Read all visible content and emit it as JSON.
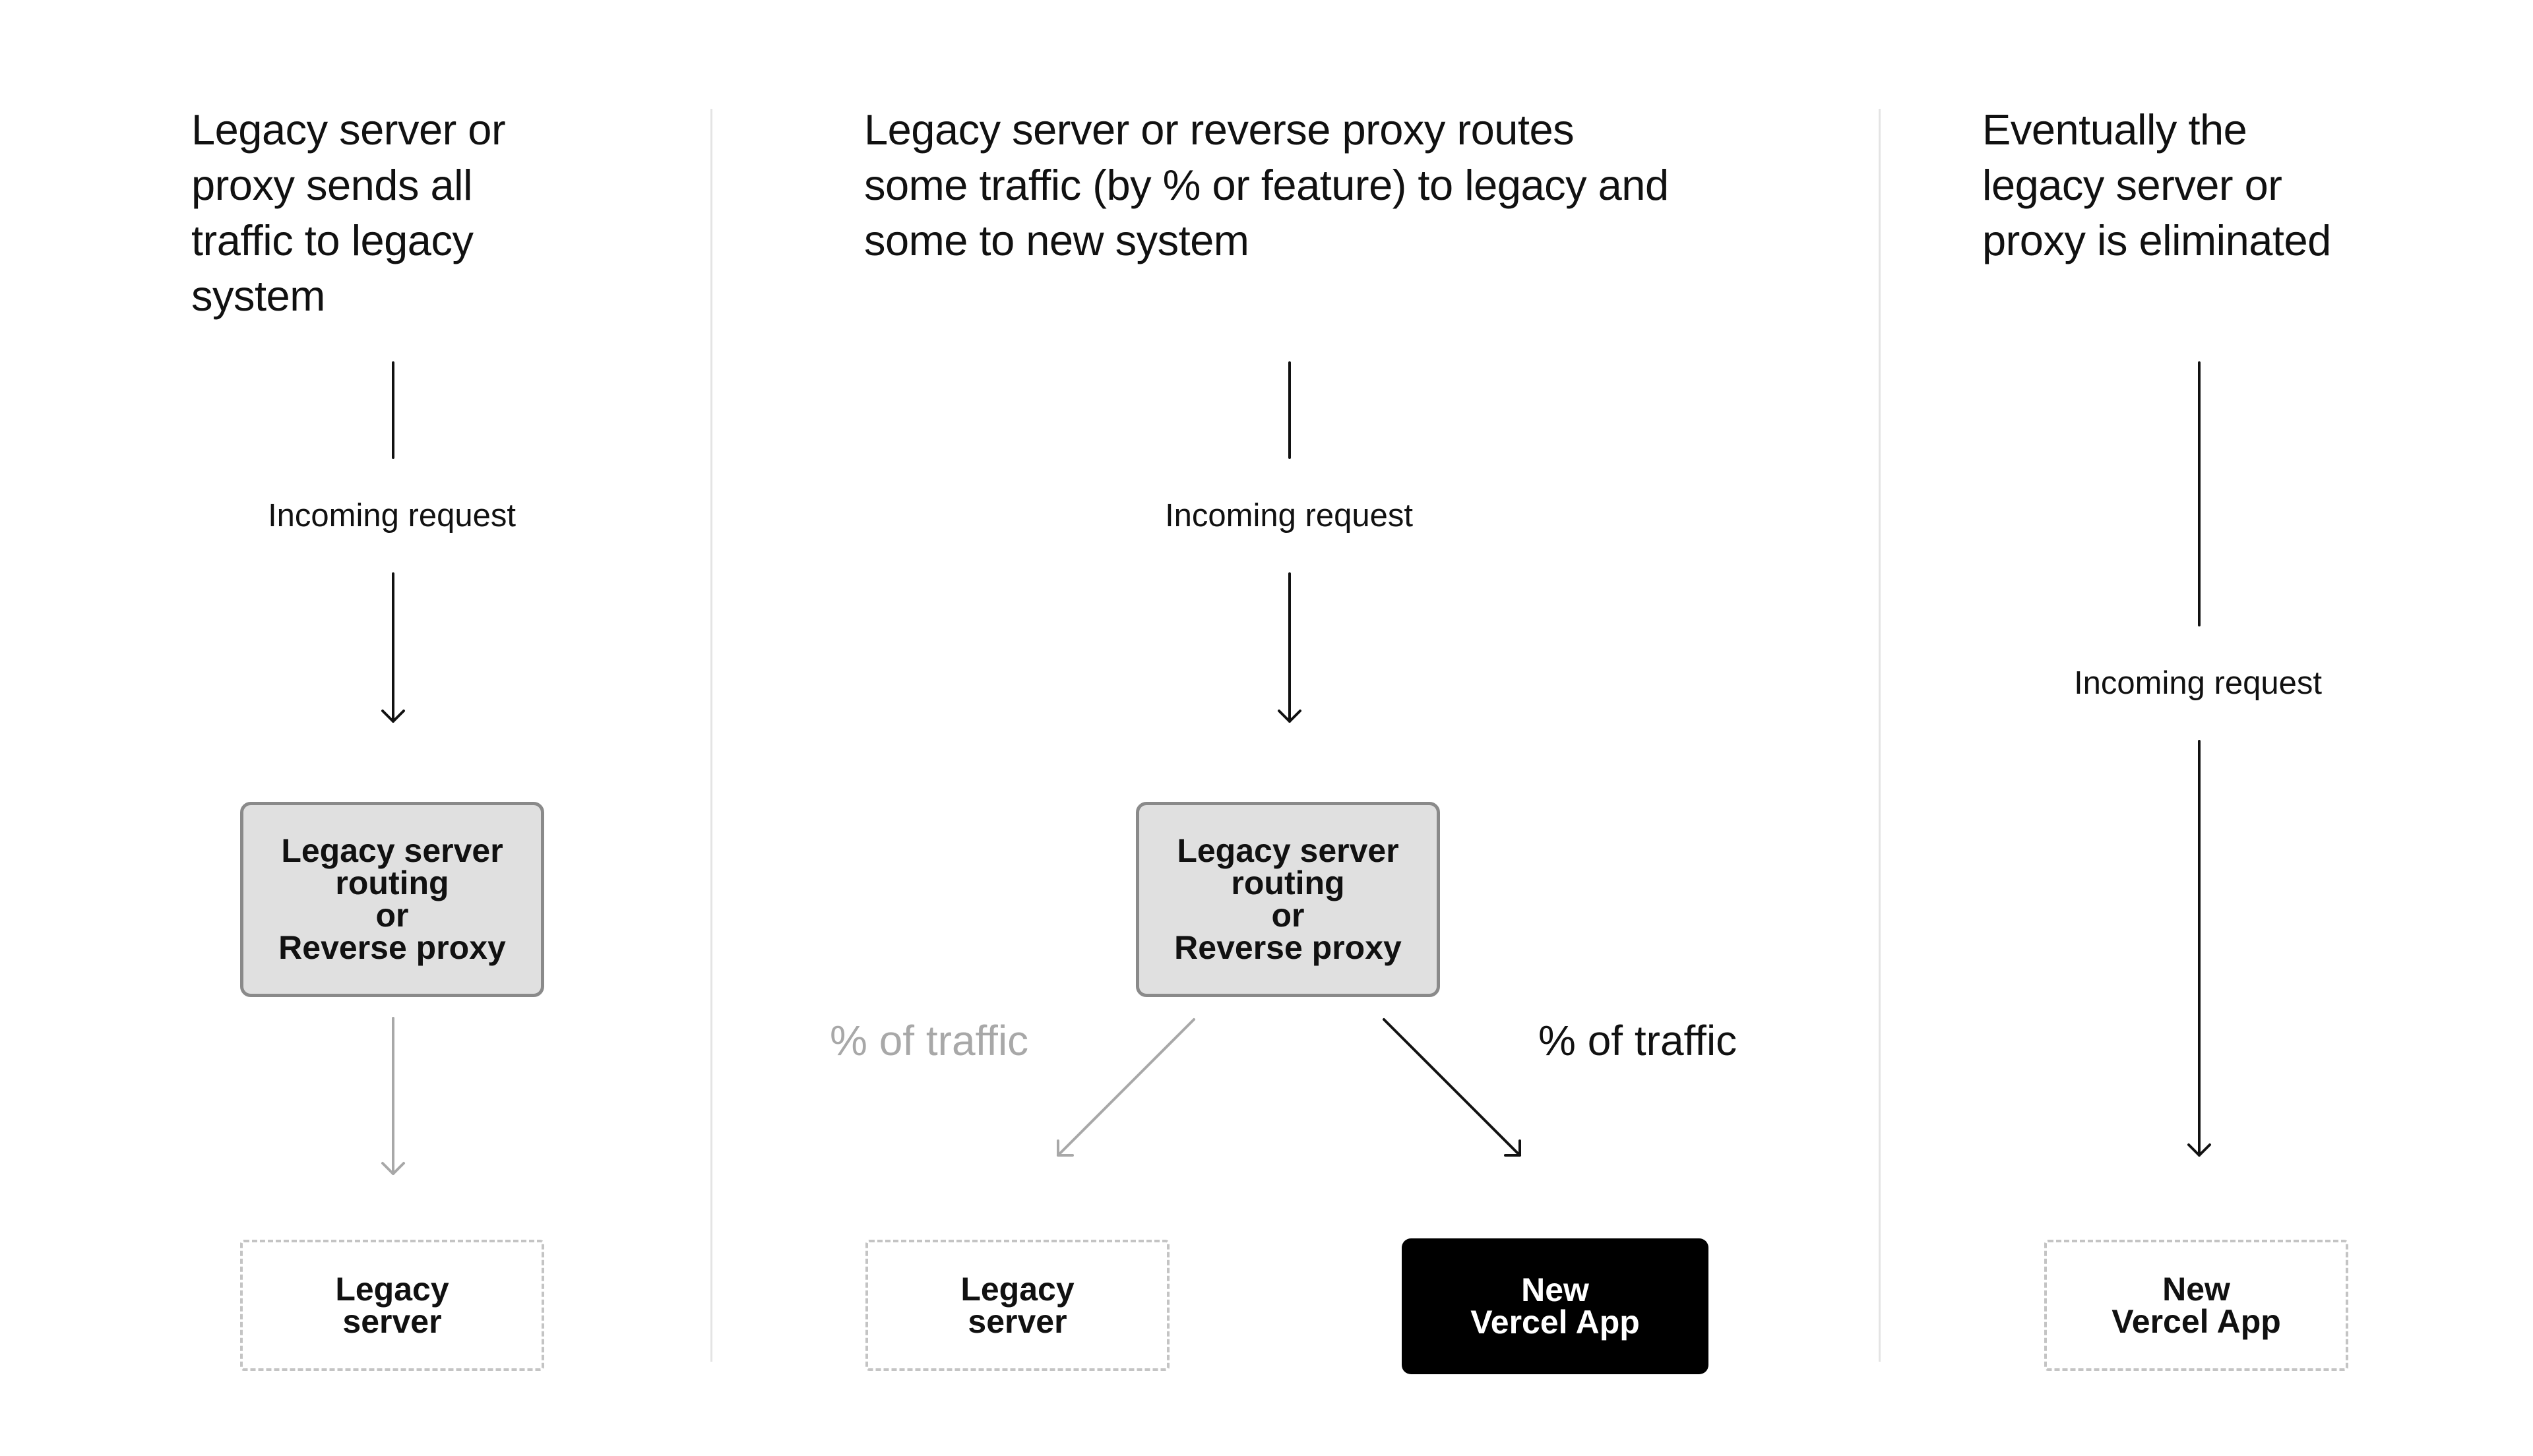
{
  "panels": [
    {
      "heading": "Legacy server or\nproxy sends all\ntraffic to legacy\nsystem",
      "incoming_label": "Incoming request",
      "router_box": "Legacy server\nrouting\nor\nReverse proxy",
      "target_box": "Legacy\nserver"
    },
    {
      "heading": "Legacy server or reverse proxy routes\nsome traffic (by % or feature) to legacy and\nsome to new system",
      "incoming_label": "Incoming request",
      "router_box": "Legacy server\nrouting\nor\nReverse proxy",
      "left_traffic_label": "% of traffic",
      "right_traffic_label": "% of traffic",
      "legacy_box": "Legacy\nserver",
      "new_app_box": "New\nVercel App"
    },
    {
      "heading": "Eventually the\nlegacy server or\nproxy is eliminated",
      "incoming_label": "Incoming request",
      "target_box": "New\nVercel App"
    }
  ],
  "colors": {
    "text": "#111111",
    "muted": "#a8a8a8",
    "router_fill": "#e0e0e0",
    "router_border": "#8a8a8a",
    "dashed_border": "#c4c4c4",
    "new_app_fill": "#000000",
    "divider": "#e4e4e4"
  }
}
